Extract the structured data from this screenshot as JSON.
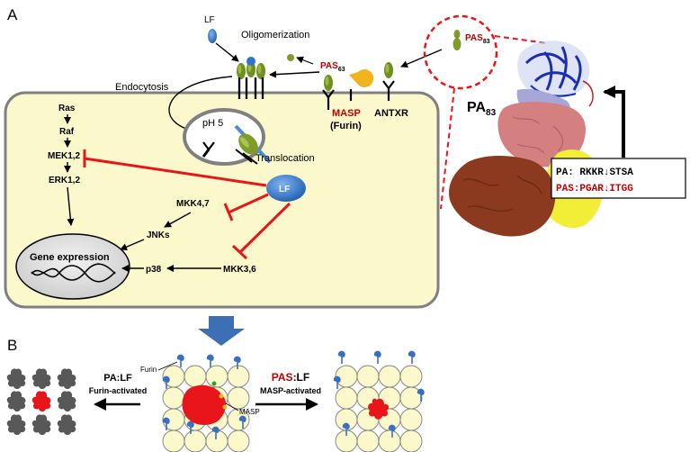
{
  "panel_a": {
    "label": "A",
    "lf": "LF",
    "oligomerization": "Oligomerization",
    "endocytosis": "Endocytosis",
    "ph": "pH 5",
    "translocation": "Translocation",
    "pas63_main": "PAS",
    "pas63_sub": "63",
    "masp": "MASP",
    "furin_paren": "(Furin)",
    "antxr": "ANTXR",
    "pas83_main": "PAS",
    "pas83_sub": "83",
    "pa83_main": "PA",
    "pa83_sub": "83",
    "pathway": {
      "ras": "Ras",
      "raf": "Raf",
      "mek": "MEK1,2",
      "erk": "ERK1,2",
      "mkk47": "MKK4,7",
      "jnks": "JNKs",
      "gene": "Gene expression",
      "p38": "p38",
      "mkk36": "MKK3,6",
      "lf": "LF"
    },
    "sequence_box": {
      "pa_label": "PA:",
      "pa_seq_left": "RKKR",
      "pa_seq_right": "STSA",
      "pas_label": "PAS:",
      "pas_seq_left": "PGAR",
      "pas_seq_right": "ITGG",
      "cleave": "↓"
    }
  },
  "panel_b": {
    "label": "B",
    "furin": "Furin",
    "masp": "MASP",
    "left_title": "PA:LF",
    "left_sub": "Furin-activated",
    "right_title_red": "PAS",
    "right_title_rest": ":LF",
    "right_sub": "MASP-activated"
  },
  "colors": {
    "cell_fill": "#fbf8cc",
    "cell_stroke": "#808080",
    "inhibit_red": "#e8161b",
    "red_text": "#c00000",
    "lf_blue": "#2f74c8",
    "masp_yellow": "#f2b41c",
    "protein_green": "#7d9c2a",
    "down_arrow": "#3d6fb5",
    "brown": "#8b3a1f",
    "pink": "#d48080",
    "surface_yellow": "#f2ee38",
    "helix_blue": "#1a2fb0"
  }
}
